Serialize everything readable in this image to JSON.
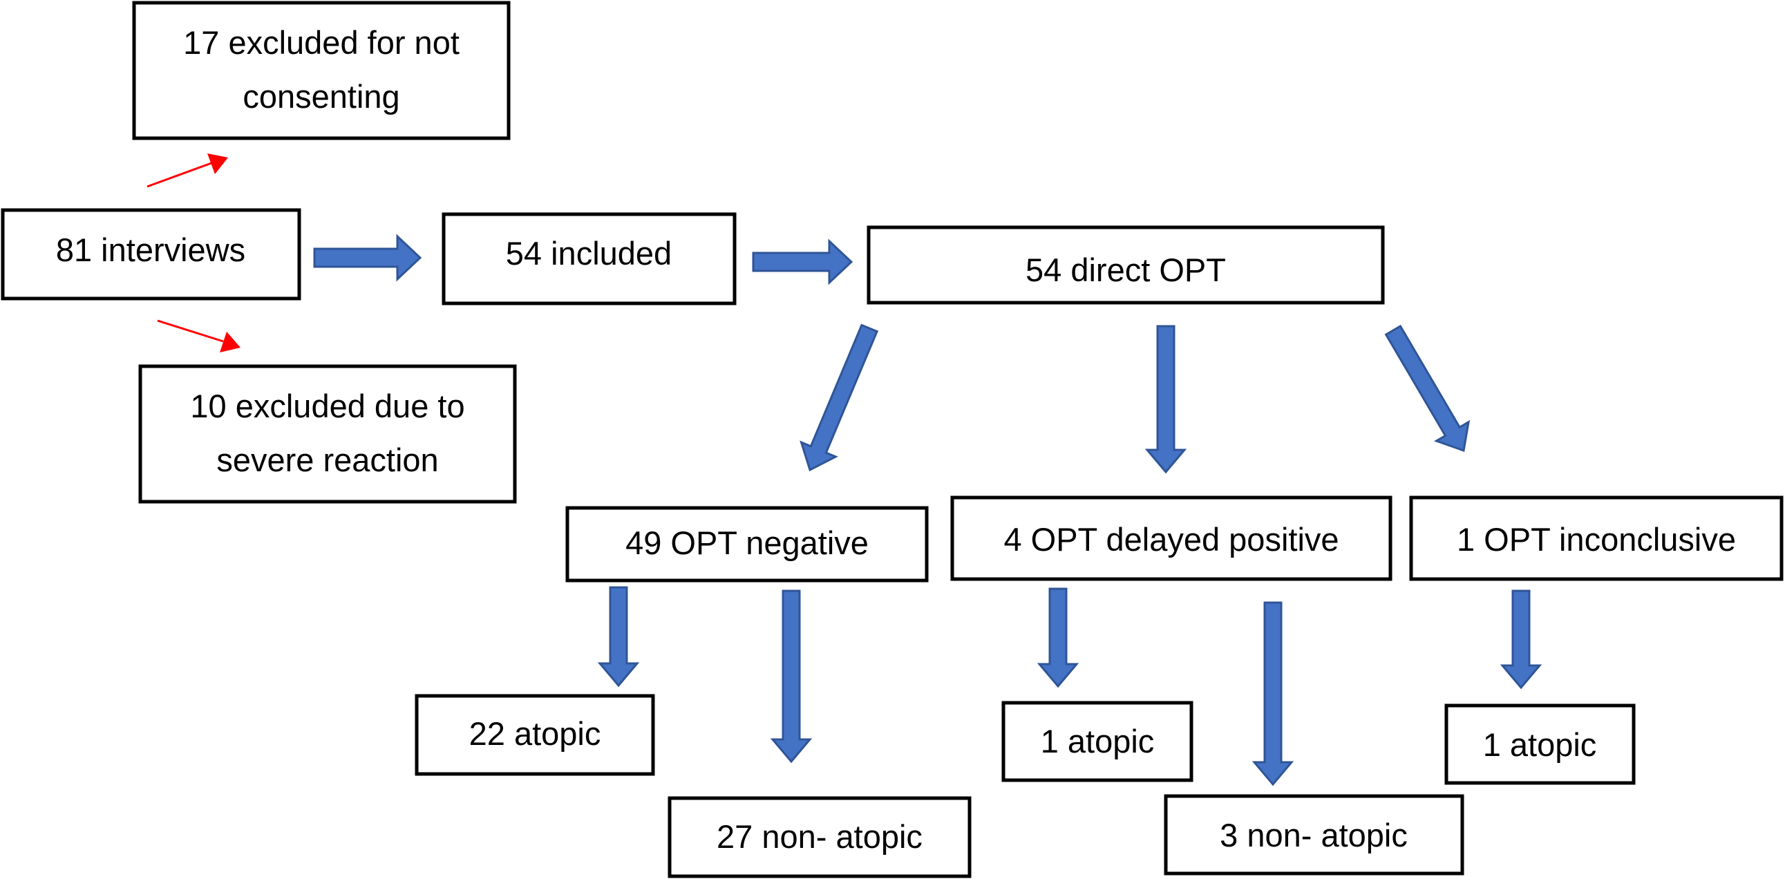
{
  "nodes": {
    "interviews": "81 interviews",
    "excluded_consent": [
      "17 excluded for not",
      "consenting"
    ],
    "excluded_reaction": [
      "10 excluded due to",
      "severe reaction"
    ],
    "included": "54 included",
    "direct_opt": "54 direct OPT",
    "opt_negative": "49 OPT negative",
    "opt_delayed": "4 OPT delayed positive",
    "opt_inconclusive": "1 OPT inconclusive",
    "neg_atopic": "22 atopic",
    "neg_nonatopic": "27 non- atopic",
    "delayed_atopic": "1 atopic",
    "delayed_nonatopic": "3 non- atopic",
    "inconclusive_atopic": "1 atopic"
  },
  "colors": {
    "block_arrow": "#4472c4",
    "block_arrow_stroke": "#2f5597",
    "exclusion_arrow": "#ff0000",
    "box_border": "#000000"
  }
}
